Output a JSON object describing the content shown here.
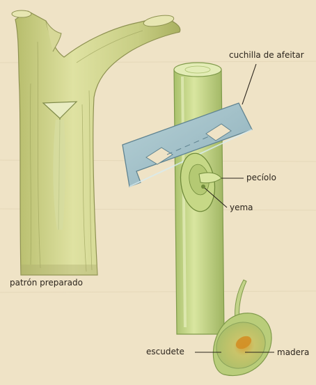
{
  "labels": {
    "razor": "cuchilla de afeitar",
    "petiole": "pecíolo",
    "bud": "yema",
    "rootstock": "patrón preparado",
    "shield": "escudete",
    "wood": "madera"
  },
  "colors": {
    "background": "#efe3c6",
    "stem": "#c6cf86",
    "blade": "#9fc0c8",
    "shield": "#b8c978",
    "wood": "#d89a2a"
  },
  "icons": {
    "rootstock": "prepared-rootstock-branch-illustration",
    "razor": "razor-blade-illustration",
    "stem": "budwood-stem-illustration",
    "bud": "bud-illustration",
    "shield": "bud-shield-illustration"
  }
}
